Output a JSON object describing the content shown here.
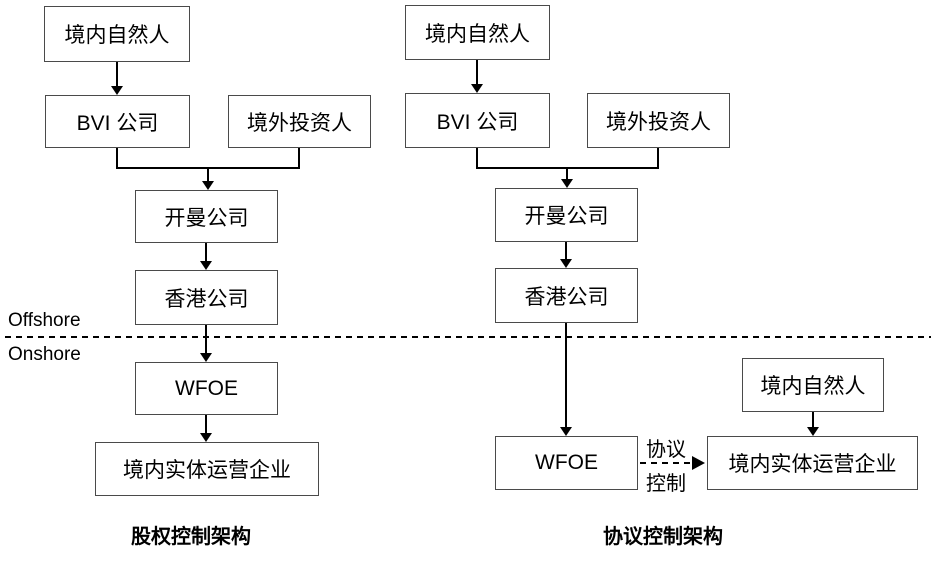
{
  "divider": {
    "offshore_label": "Offshore",
    "onshore_label": "Onshore"
  },
  "left_diagram": {
    "caption": "股权控制架构",
    "nodes": {
      "natural_person": "境内自然人",
      "bvi": "BVI 公司",
      "foreign_investor": "境外投资人",
      "cayman": "开曼公司",
      "hongkong": "香港公司",
      "wfoe": "WFOE",
      "operating_entity": "境内实体运营企业"
    }
  },
  "right_diagram": {
    "caption": "协议控制架构",
    "nodes": {
      "natural_person": "境内自然人",
      "bvi": "BVI 公司",
      "foreign_investor": "境外投资人",
      "cayman": "开曼公司",
      "hongkong": "香港公司",
      "wfoe": "WFOE",
      "operating_entity": "境内实体运营企业",
      "natural_person_onshore": "境内自然人"
    },
    "vie_link": {
      "label_top": "协议",
      "label_bottom": "控制"
    }
  },
  "colors": {
    "background": "#ffffff",
    "line": "#000000",
    "box_border": "#4a4a4a",
    "text": "#000000"
  }
}
